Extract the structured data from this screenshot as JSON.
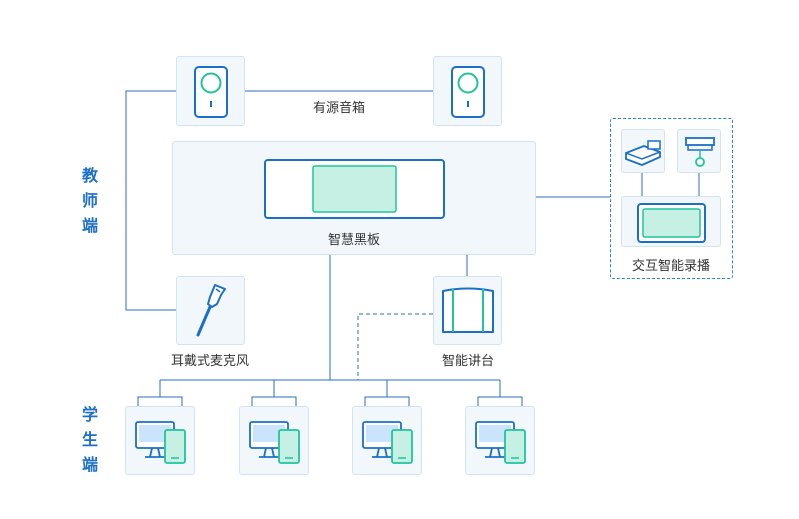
{
  "sections": {
    "teacher_side": "教师端",
    "student_side": "学生端"
  },
  "devices": {
    "speakers": "有源音箱",
    "smart_blackboard": "智慧黑板",
    "headset_mic": "耳戴式麦克风",
    "smart_podium": "智能讲台",
    "interactive_recording": "交互智能录播"
  },
  "colors": {
    "line": "#2a6fbf",
    "device_blue": "#1c6fc9",
    "device_green": "#1fc49d",
    "screen_fill": "#c5f0e3",
    "box_fill": "#f2f7fc",
    "box_border": "#d3e3f3"
  },
  "icons": {
    "speaker": "speaker-icon",
    "blackboard": "blackboard-icon",
    "microphone": "microphone-icon",
    "podium": "podium-icon",
    "projector": "projector-icon",
    "camera": "ceiling-camera-icon",
    "touch_screen": "touch-screen-icon",
    "student_terminal": "desktop-tablet-icon"
  }
}
